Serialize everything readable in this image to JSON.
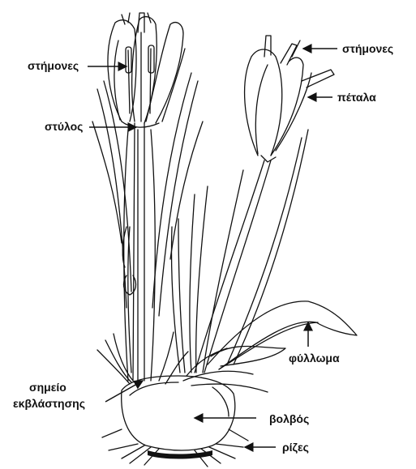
{
  "labels": {
    "stamens_left": "στήμονες",
    "style": "στύλος",
    "stamens_right": "στήμονες",
    "petals": "πέταλα",
    "foliage": "φύλλωμα",
    "sprout_point_line1": "σημείο",
    "sprout_point_line2": "εκβλάστησης",
    "bulb": "βολβός",
    "roots": "ρίζες"
  },
  "colors": {
    "ink": "#111111",
    "background": "#ffffff"
  }
}
